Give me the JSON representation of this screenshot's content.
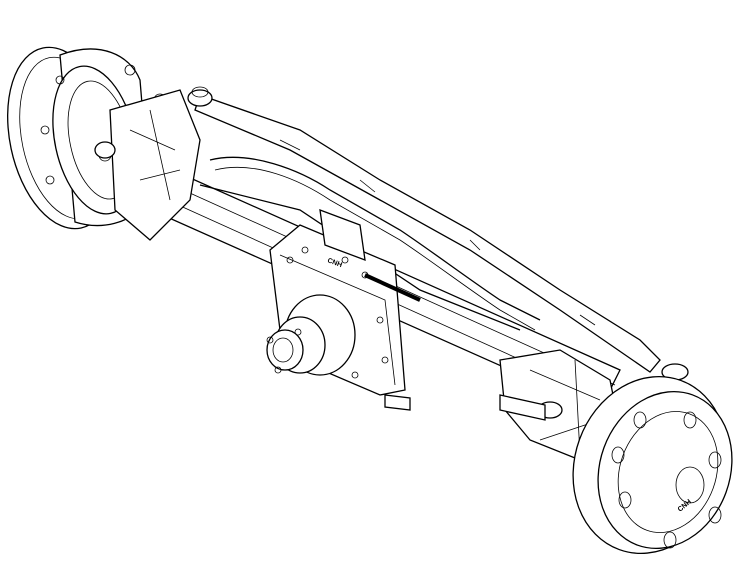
{
  "figure": {
    "subject": "axle",
    "logos": [
      "CNH",
      "CNH"
    ]
  }
}
